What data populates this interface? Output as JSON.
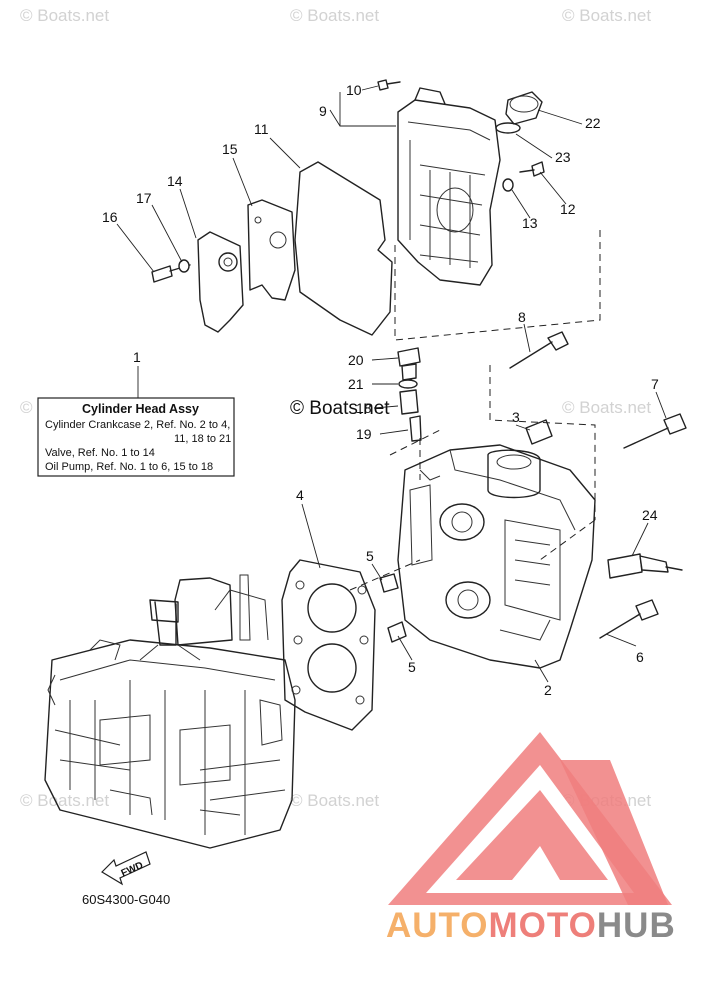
{
  "watermark": {
    "text": "© Boats.net"
  },
  "info_box": {
    "title": "Cylinder Head Assy",
    "lines": [
      "Cylinder Crankcase 2,   Ref. No.  2  to  4,",
      "11, 18  to  21",
      "Valve,  Ref. No.  1  to  14",
      "Oil Pump,   Ref. No.  1  to  6, 15  to  18"
    ]
  },
  "callouts": {
    "c1": "1",
    "c2": "2",
    "c3": "3",
    "c4": "4",
    "c5a": "5",
    "c5b": "5",
    "c6": "6",
    "c7": "7",
    "c8": "8",
    "c9": "9",
    "c10": "10",
    "c11": "11",
    "c12": "12",
    "c13": "13",
    "c14": "14",
    "c15": "15",
    "c16": "16",
    "c17": "17",
    "c18": "18",
    "c19": "19",
    "c20": "20",
    "c21": "21",
    "c22": "22",
    "c23": "23",
    "c24": "24"
  },
  "fwd_label": "FWD",
  "diagram_code": "60S4300-G040",
  "brand": {
    "part1": "AUTO",
    "part2": "MOTO",
    "part3": "HUB"
  },
  "colors": {
    "brand_orange": "#f5b06a",
    "brand_red": "#ee7f7a",
    "brand_gray": "#8a8a8a",
    "logo_red": "#f07e7e"
  }
}
